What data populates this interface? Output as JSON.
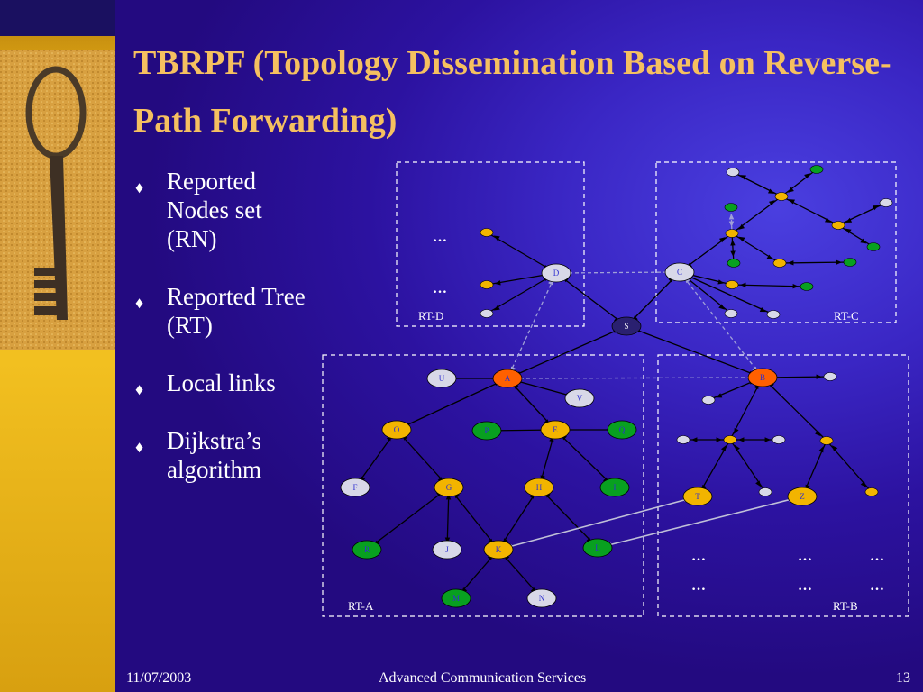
{
  "title": "TBRPF (Topology Dissemination Based on Reverse-Path Forwarding)",
  "bullets": [
    "Reported Nodes set (RN)",
    "Reported Tree (RT)",
    "Local links",
    "Dijkstra’s algorithm"
  ],
  "footer": {
    "date": "11/07/2003",
    "center": "Advanced Communication Services",
    "page": "13"
  },
  "diagram": {
    "region_labels": [
      "RT-D",
      "RT-C",
      "RT-A",
      "RT-B"
    ],
    "ellipsis": "…",
    "colors": {
      "gray": "#d8d8e8",
      "yellow": "#f2b400",
      "orange": "#ff6000",
      "green": "#08a020",
      "navy": "#2a2070",
      "link": "#000000",
      "dashed_link": "#a0a0d8"
    },
    "nodes": [
      {
        "id": "S",
        "color": "navy",
        "label": "S"
      },
      {
        "id": "D",
        "color": "gray",
        "label": "D"
      },
      {
        "id": "C",
        "color": "gray",
        "label": "C"
      },
      {
        "id": "A",
        "color": "orange",
        "label": "A"
      },
      {
        "id": "B",
        "color": "orange",
        "label": "B"
      },
      {
        "id": "U",
        "color": "gray",
        "label": "U"
      },
      {
        "id": "V",
        "color": "gray",
        "label": "V"
      },
      {
        "id": "O",
        "color": "yellow",
        "label": "O"
      },
      {
        "id": "P",
        "color": "green",
        "label": "P"
      },
      {
        "id": "E",
        "color": "yellow",
        "label": "E"
      },
      {
        "id": "Q",
        "color": "green",
        "label": "Q"
      },
      {
        "id": "F",
        "color": "gray",
        "label": "F"
      },
      {
        "id": "G",
        "color": "yellow",
        "label": "G"
      },
      {
        "id": "H",
        "color": "yellow",
        "label": "H"
      },
      {
        "id": "I",
        "color": "green",
        "label": "I"
      },
      {
        "id": "R",
        "color": "green",
        "label": "R"
      },
      {
        "id": "J",
        "color": "gray",
        "label": "J"
      },
      {
        "id": "K",
        "color": "yellow",
        "label": "K"
      },
      {
        "id": "L",
        "color": "green",
        "label": "L"
      },
      {
        "id": "M",
        "color": "green",
        "label": "M"
      },
      {
        "id": "N",
        "color": "gray",
        "label": "N"
      },
      {
        "id": "T",
        "color": "yellow",
        "label": "T"
      },
      {
        "id": "Z",
        "color": "yellow",
        "label": "Z"
      }
    ]
  }
}
